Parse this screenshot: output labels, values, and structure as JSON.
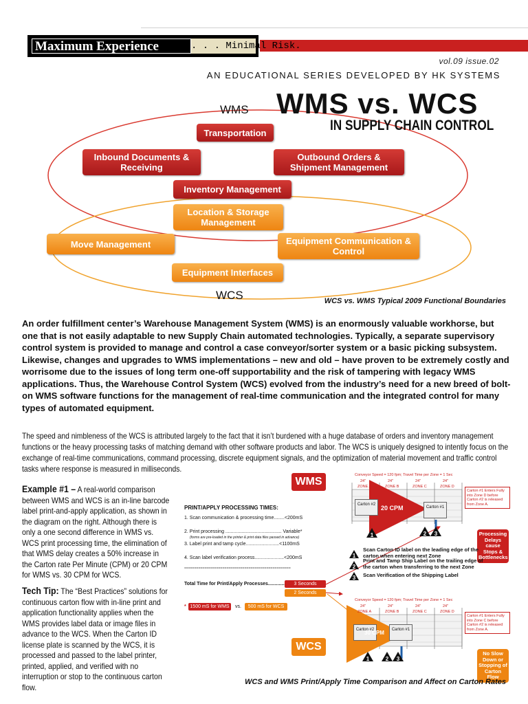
{
  "header": {
    "brand_main": "Maximum Experience",
    "brand_sub": ". . . Minimal Risk.",
    "issue": "vol.09 issue.02",
    "series": "AN EDUCATIONAL SERIES DEVELOPED BY HK SYSTEMS"
  },
  "title": {
    "main": "WMS vs. WCS",
    "sub": "IN SUPPLY CHAIN CONTROL"
  },
  "diagram": {
    "wms_label": "WMS",
    "wcs_label": "WCS",
    "boxes": {
      "transportation": "Transportation",
      "inbound": "Inbound Documents & Receiving",
      "outbound": "Outbound Orders & Shipment Management",
      "inventory": "Inventory Management",
      "location": "Location & Storage Management",
      "move": "Move Management",
      "equip_comm": "Equipment Communication & Control",
      "equip_if": "Equipment Interfaces"
    },
    "caption": "WCS vs. WMS Typical 2009 Functional Boundaries",
    "colors": {
      "red": "#c9201f",
      "orange": "#ee8512",
      "ellipse_wms": "#d9392f",
      "ellipse_wcs": "#f0a22c"
    }
  },
  "body": {
    "lead": "An order fulfillment center’s Warehouse Management System (WMS) is an enormously valuable workhorse, but one that is not easily adaptable to new Supply Chain automated technologies. Typically, a separate supervisory control system is provided to manage and control a case conveyor/sorter system or a basic picking subsystem. Likewise, changes and upgrades to WMS implementations – new and old – have proven to be extremely costly and worrisome due to the issues of long term one-off supportability and the risk of tampering with legacy WMS applications. Thus, the Warehouse Control System (WCS) evolved from the industry’s need for a new breed of bolt-on WMS software functions for the management of real-time communication and the integrated control for many types of automated equipment.",
    "para": "The speed and nimbleness of the WCS is attributed largely to the fact that it isn’t burdened with a huge database of orders and inventory management functions or the heavy processing tasks of matching demand with other software products and labor. The WCS is uniquely designed to intently focus on the exchange of real-time communications, command processing, discrete equipment signals, and the optimization of material movement and traffic control tasks where response is measured in milliseconds.",
    "example_head": "Example #1 –",
    "example_text": "A real-world comparison between WMS and WCS is an in-line barcode label print-and-apply application, as shown in the diagram on the right. Although there is only a one second difference in WMS vs. WCS print processing time, the elimination of that WMS delay creates a 50% increase in the Carton rate Per Minute (CPM) or 20 CPM for WMS vs. 30 CPM for WCS.",
    "tip_head": "Tech Tip:",
    "tip_text": "The “Best Practices” solutions for continuous carton flow with in-line print and application functionality applies when the WMS provides label data or image files in advance to the WCS. When the Carton ID license plate is scanned by the WCS, it is processed and passed to the label printer, printed, applied, and verified with no interruption or stop to the continuous carton flow."
  },
  "figure": {
    "wms_tag": "WMS",
    "wcs_tag": "WCS",
    "proc_title": "PRINT/APPLY PROCESSING TIMES:",
    "proc1": "1. Scan communication & processing time........<200mS",
    "proc2": "2. Print processing .......................................... Variable*",
    "proc2_note": "(forms are pre-loaded in the printer & print data files passed in advance)",
    "proc3": "3. Label print and tamp cycle.........................<1100mS",
    "proc4": "4. Scan label verification process......................<200mS",
    "separator": "=====================================================",
    "total_label": "Total Time for Print/Apply Processes.............",
    "total_wms": "3 Seconds",
    "total_wcs": "2 Seconds",
    "compare_star": "*",
    "compare_wms": "1500 mS for WMS",
    "compare_vs": "vs.",
    "compare_wcs": "500 mS for WCS",
    "conveyor_top": "Conveyor Speed = 120 fpm; Travel Time per Zone = 1 Sec",
    "conveyor_bottom": "Conveyor Speed = 120 fpm; Travel Time per Zone = 1 Sec",
    "zone_width": "24\"",
    "zones": [
      "ZONE A",
      "ZONE B",
      "ZONE C",
      "ZONE D"
    ],
    "carton2": "Carton #2",
    "carton1": "Carton #1",
    "cpm_wms": "20 CPM",
    "cpm_wcs": "30 CPM",
    "note_top": "Carton #1 Enters Fully into Zone D before Carton #2 is released from Zone A.",
    "note_bottom": "Carton #1 Enters Fully into Zone C before Carton #2 is released from Zone A.",
    "alert_wms": "Processing Delays cause Stops & Bottlenecks",
    "alert_wcs": "No Slow Down or Stopping of Carton Flow",
    "legend1": "Scan Carton ID label on the leading edge of the carton when entering next Zone",
    "legend2": "Print and Tamp Ship Label on the trailing edge of the carton when transferring to the next Zone",
    "legend3": "Scan Verification of the Shipping Label",
    "numbers": [
      "1",
      "2",
      "3"
    ]
  },
  "caption2": "WCS and WMS Print/Apply Time Comparison and Affect on Carton Rates"
}
